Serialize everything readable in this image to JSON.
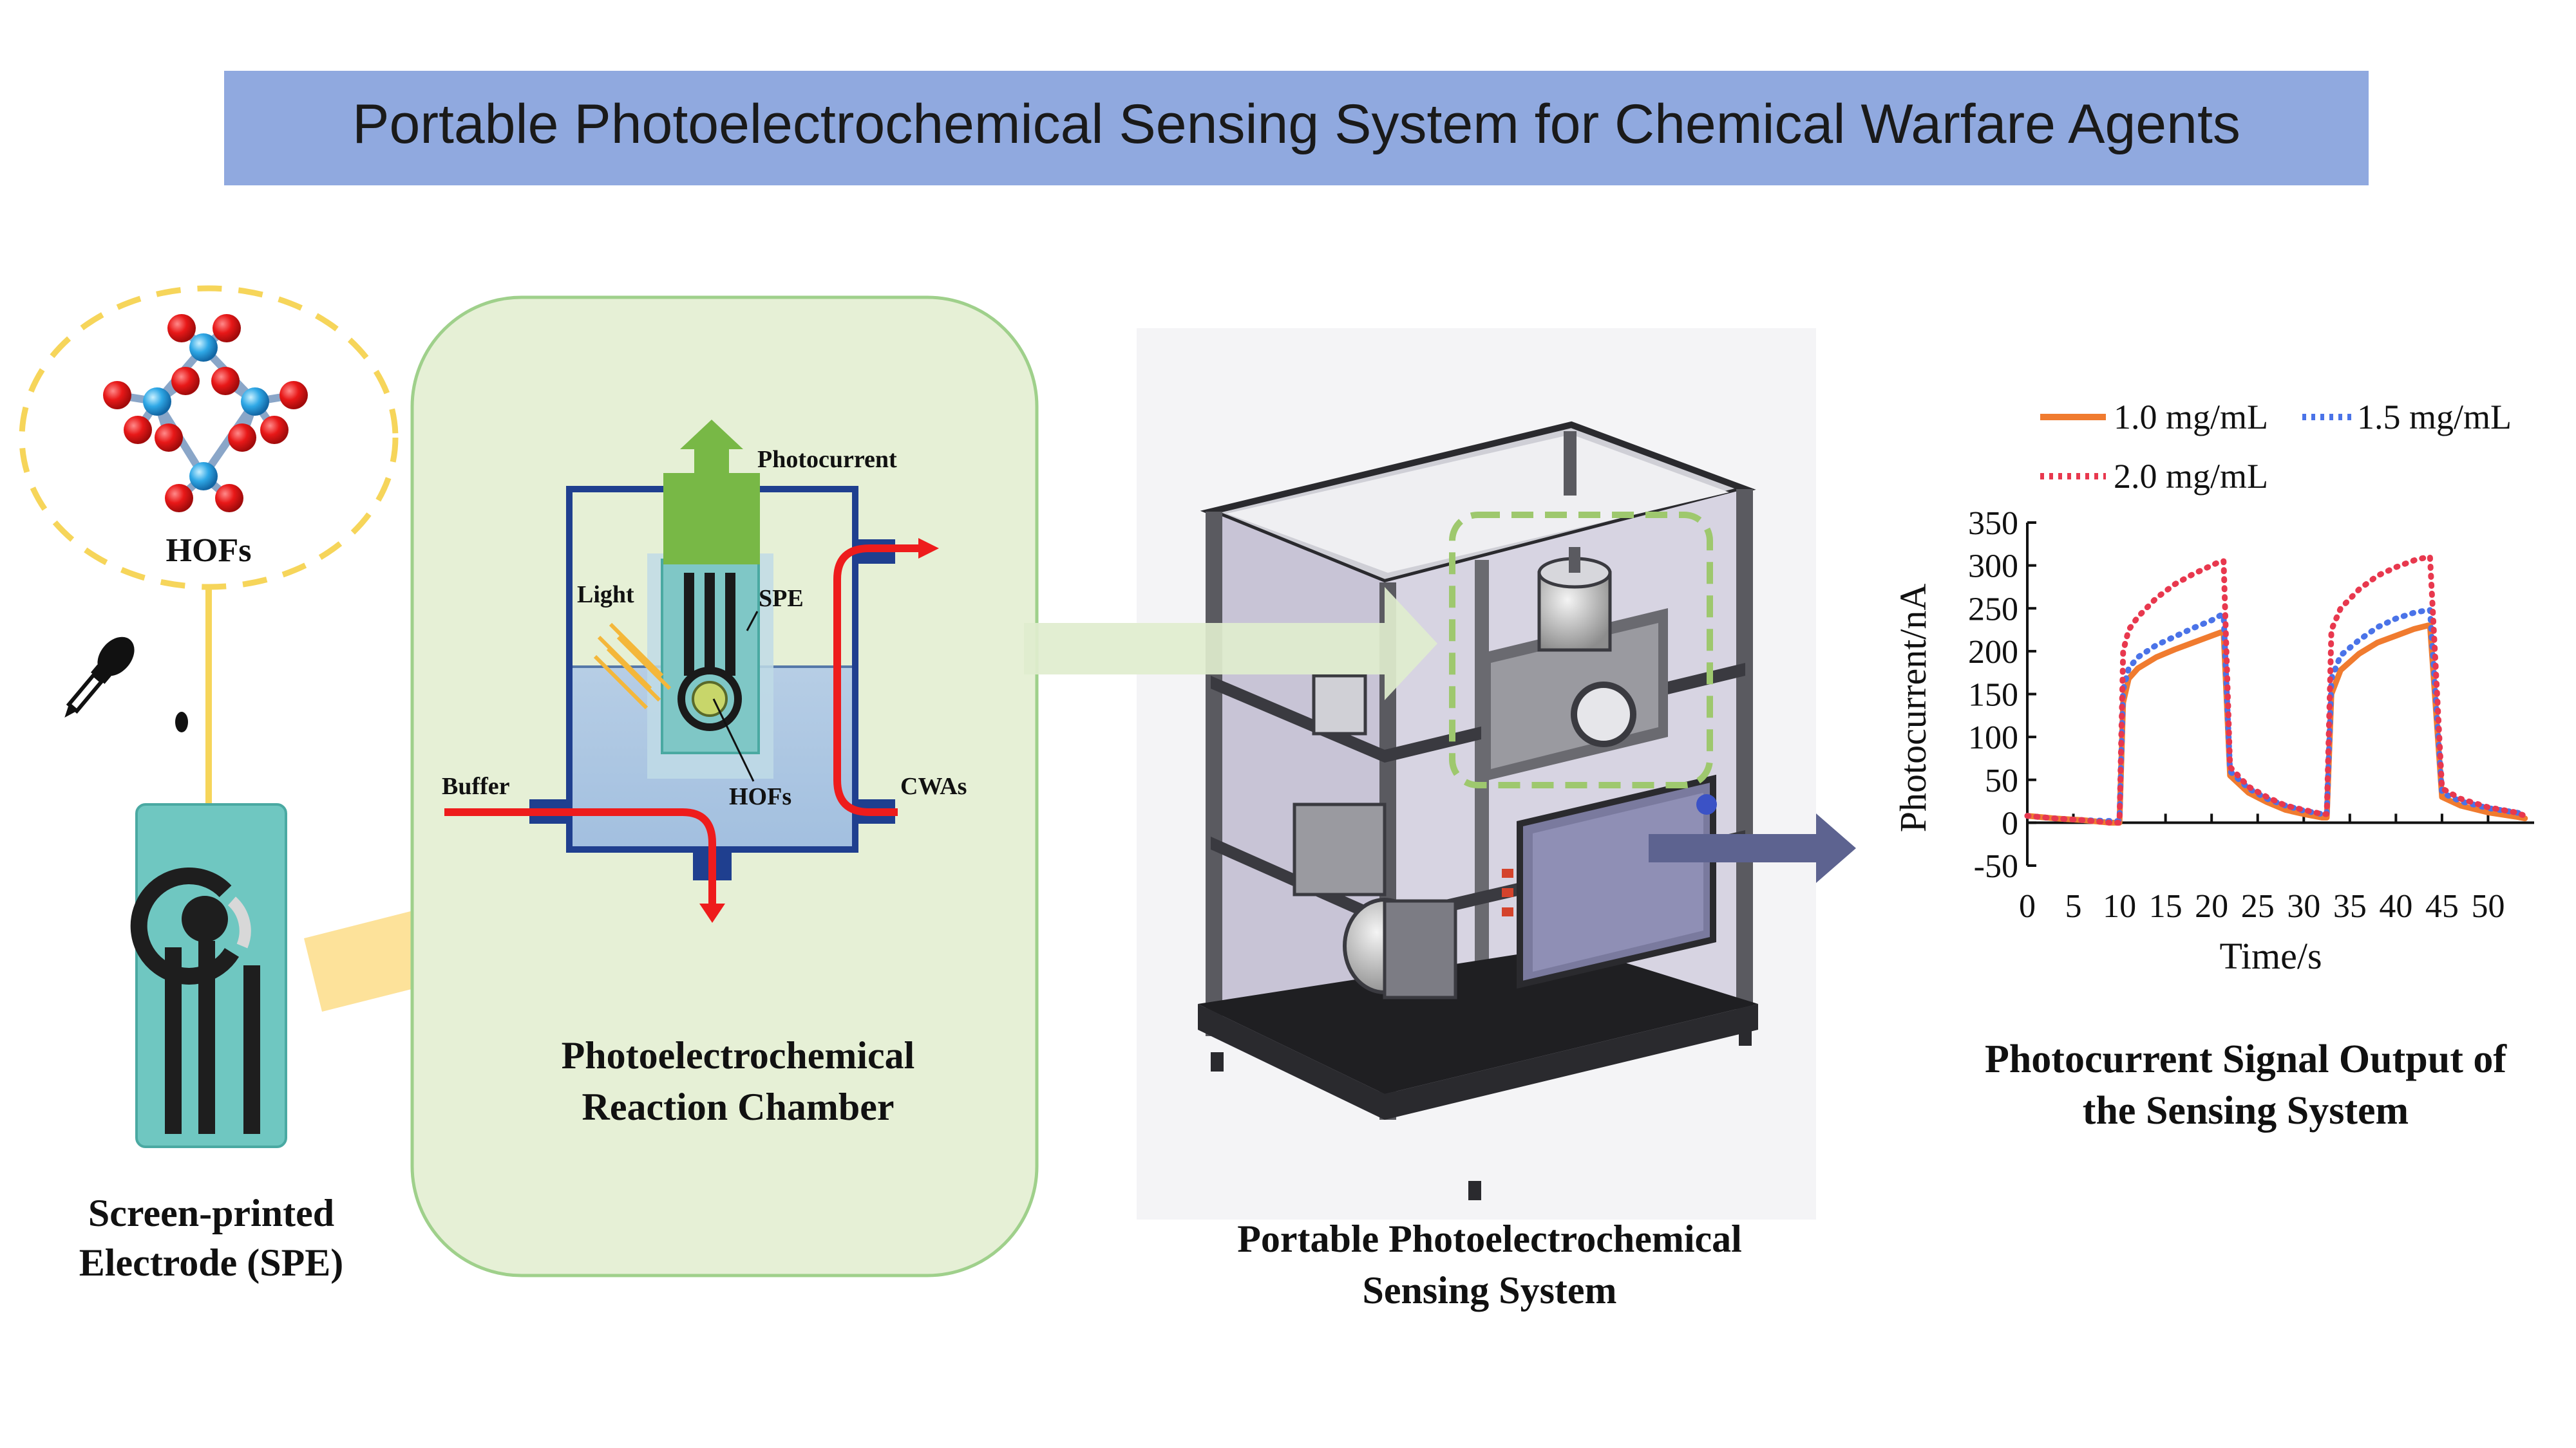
{
  "title": "Portable Photoelectrochemical Sensing System for Chemical Warfare Agents",
  "hofs": {
    "label": "HOFs"
  },
  "spe": {
    "caption_line1": "Screen-printed",
    "caption_line2": "Electrode (SPE)"
  },
  "chamber": {
    "caption_line1": "Photoelectrochemical",
    "caption_line2": "Reaction Chamber",
    "labels": {
      "photocurrent": "Photocurrent",
      "light": "Light",
      "spe": "SPE",
      "buffer": "Buffer",
      "hofs": "HOFs",
      "cwas": "CWAs"
    }
  },
  "device": {
    "caption_line1": "Portable Photoelectrochemical",
    "caption_line2": "Sensing System"
  },
  "output": {
    "caption_line1": "Photocurrent Signal Output of",
    "caption_line2": "the Sensing System"
  },
  "colors": {
    "title_bg": "#90a9df",
    "chamber_bg": "#e6f0d6",
    "yellow": "#fcd98a",
    "green_arrow": "#e0edce",
    "slate_arrow": "#5d6390",
    "red": "#ee1c1c",
    "navy": "#1f3f8f"
  },
  "chart_data": {
    "type": "line",
    "xlabel": "Time/s",
    "ylabel": "Photocurrent/nA",
    "xlim": [
      0,
      55
    ],
    "ylim": [
      -50,
      350
    ],
    "xticks": [
      0,
      5,
      10,
      15,
      20,
      25,
      30,
      35,
      40,
      45,
      50
    ],
    "yticks": [
      -50,
      0,
      50,
      100,
      150,
      200,
      250,
      300,
      350
    ],
    "legend_position": "top",
    "series": [
      {
        "name": "1.0 mg/mL",
        "color": "#f07b2f",
        "style": "solid",
        "x": [
          0,
          3,
          6,
          9,
          10,
          10.4,
          11,
          12,
          14,
          16,
          18,
          20,
          21,
          21.3,
          22,
          24,
          26,
          28,
          30,
          32,
          32.5,
          33,
          34,
          36,
          38,
          40,
          42,
          43.5,
          43.7,
          45,
          47,
          50,
          53,
          54
        ],
        "y": [
          8,
          5,
          3,
          0,
          0,
          140,
          168,
          180,
          193,
          202,
          210,
          218,
          222,
          222,
          55,
          35,
          24,
          15,
          10,
          6,
          6,
          150,
          178,
          197,
          210,
          218,
          226,
          230,
          230,
          30,
          20,
          12,
          7,
          5
        ]
      },
      {
        "name": "1.5 mg/mL",
        "color": "#4a73e8",
        "style": "dotted",
        "x": [
          0,
          3,
          6,
          9,
          10,
          10.4,
          11,
          12,
          14,
          16,
          18,
          20,
          21,
          21.3,
          22,
          24,
          26,
          28,
          30,
          32,
          32.5,
          33,
          34,
          36,
          38,
          40,
          42,
          43.5,
          43.7,
          45,
          47,
          50,
          53,
          54
        ],
        "y": [
          8,
          5,
          3,
          2,
          2,
          155,
          180,
          193,
          207,
          217,
          227,
          236,
          242,
          242,
          60,
          40,
          28,
          20,
          14,
          10,
          10,
          168,
          195,
          213,
          228,
          238,
          245,
          248,
          248,
          35,
          25,
          17,
          12,
          10
        ]
      },
      {
        "name": "2.0 mg/mL",
        "color": "#e8384e",
        "style": "dotted",
        "x": [
          0,
          3,
          6,
          9,
          10,
          10.4,
          11,
          12,
          14,
          16,
          18,
          20,
          21,
          21.3,
          22,
          24,
          26,
          28,
          30,
          32,
          32.5,
          33,
          34,
          36,
          38,
          40,
          42,
          43.5,
          43.7,
          45,
          47,
          50,
          53,
          54
        ],
        "y": [
          8,
          5,
          3,
          0,
          0,
          200,
          225,
          240,
          262,
          278,
          290,
          300,
          305,
          305,
          65,
          42,
          30,
          20,
          15,
          10,
          10,
          225,
          250,
          272,
          288,
          298,
          306,
          310,
          310,
          40,
          28,
          18,
          12,
          8
        ]
      }
    ]
  }
}
